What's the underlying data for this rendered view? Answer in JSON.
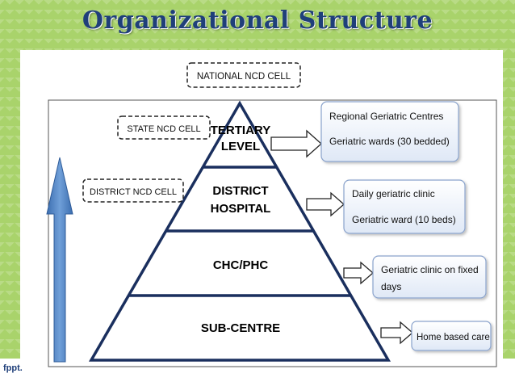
{
  "slide": {
    "title": "Organizational Structure",
    "footer_text": "fppt."
  },
  "diagram": {
    "cells": {
      "national": "NATIONAL NCD CELL",
      "state": "STATE NCD CELL",
      "district": "DISTRICT NCD CELL"
    },
    "pyramid_levels": {
      "tertiary": [
        "TERTIARY",
        "LEVEL"
      ],
      "district_hospital": [
        "DISTRICT",
        "HOSPITAL"
      ],
      "chc_phc": "CHC/PHC",
      "sub_centre": "SUB-CENTRE"
    },
    "services": {
      "tertiary": [
        "Regional Geriatric Centres",
        "Geriatric wards (30 bedded)"
      ],
      "district_hospital": [
        "Daily geriatric clinic",
        "Geriatric ward (10 beds)"
      ],
      "chc_phc": [
        "Geriatric clinic on fixed",
        "days"
      ],
      "sub_centre": "Home based care"
    },
    "colors": {
      "pyramid_stroke": "#1a2f5e",
      "arrow_blue": "#4a7fc1",
      "box_fill": "#eaf0fa",
      "box_stroke": "#8aa3cc"
    }
  }
}
